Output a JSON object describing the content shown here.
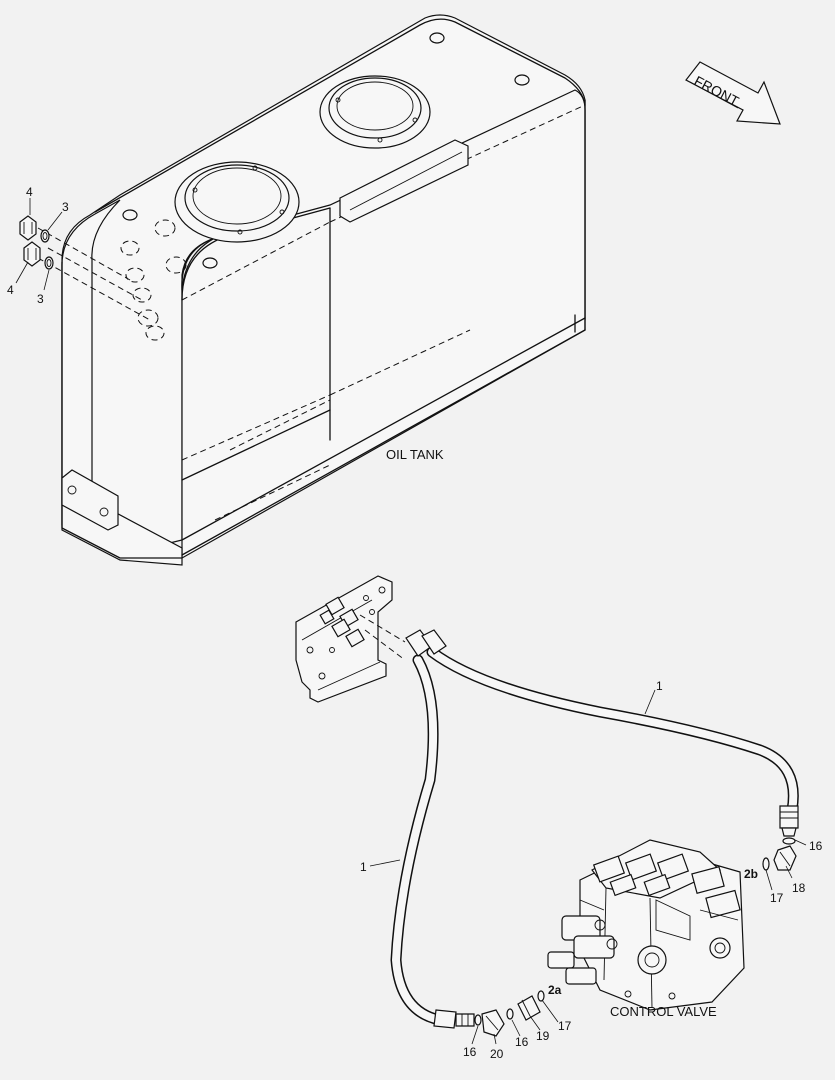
{
  "captions": {
    "oil_tank": "OIL TANK",
    "control_valve": "CONTROL VALVE",
    "front": "FRONT"
  },
  "callouts": {
    "c4a": "4",
    "c3a": "3",
    "c4b": "4",
    "c3b": "3",
    "c1a": "1",
    "c1b": "1",
    "c16a": "16",
    "c18": "18",
    "c2b": "2b",
    "c17a": "17",
    "c2a": "2a",
    "c17b": "17",
    "c19": "19",
    "c16b": "16",
    "c20": "20",
    "c16c": "16"
  }
}
